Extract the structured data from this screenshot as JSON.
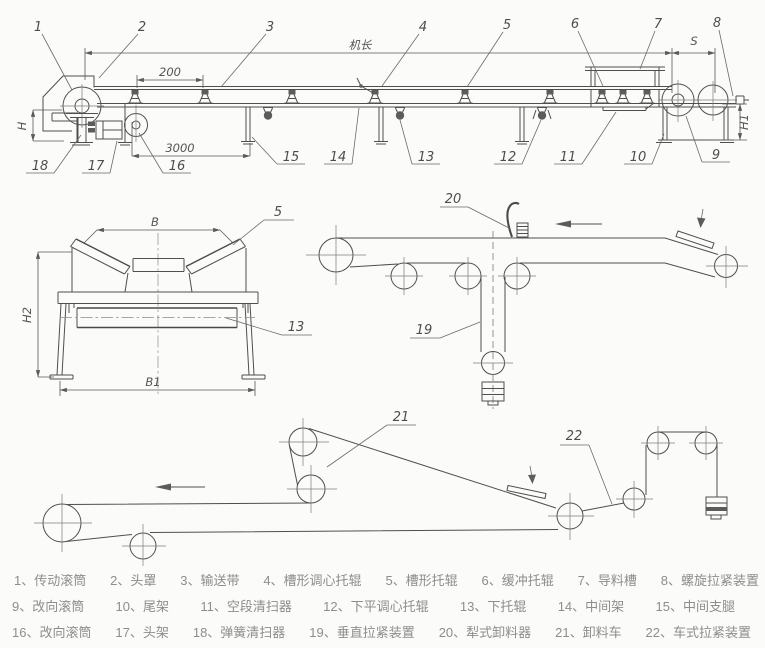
{
  "drawing": {
    "dim_labels": {
      "machine_length": "机长",
      "d200": "200",
      "d3000": "3000",
      "h": "H",
      "h1": "H1",
      "h2": "H2",
      "s": "S",
      "b": "B",
      "b1": "B1"
    },
    "numbers": {
      "n1": "1",
      "n2": "2",
      "n3": "3",
      "n4": "4",
      "n5": "5",
      "n6": "6",
      "n7": "7",
      "n8": "8",
      "n9": "9",
      "n10": "10",
      "n11": "11",
      "n12": "12",
      "n13": "13",
      "n14": "14",
      "n15": "15",
      "n16": "16",
      "n17": "17",
      "n18": "18",
      "n19": "19",
      "n20": "20",
      "n21": "21",
      "n22": "22"
    },
    "colors": {
      "line": "#4f4f4f",
      "legend_text": "#8d8d8d",
      "background": "#fbfbfa"
    }
  },
  "legend": {
    "rows": [
      [
        "1、传动滚筒",
        "2、头罩",
        "3、输送带",
        "4、槽形调心托辊",
        "5、槽形托辊",
        "6、缓冲托辊",
        "7、导料槽",
        "8、螺旋拉紧装置"
      ],
      [
        "9、改向滚筒",
        "10、尾架",
        "11、空段清扫器",
        "12、下平调心托辊",
        "13、下托辊",
        "14、中间架",
        "15、中间支腿"
      ],
      [
        "16、改向滚筒",
        "17、头架",
        "18、弹簧清扫器",
        "19、垂直拉紧装置",
        "20、犁式卸料器",
        "21、卸料车",
        "22、车式拉紧装置"
      ]
    ]
  }
}
